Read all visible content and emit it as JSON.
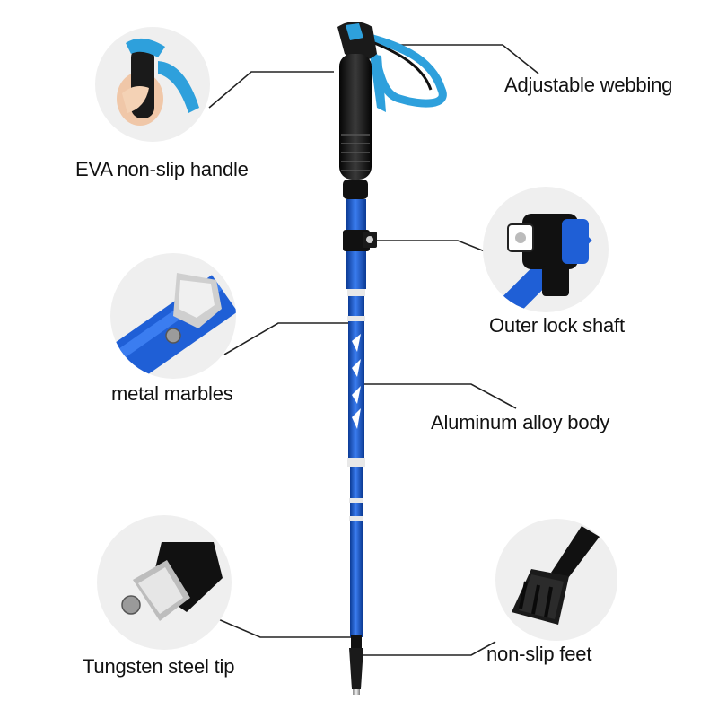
{
  "labels": {
    "webbing": "Adjustable webbing",
    "handle": "EVA non-slip handle",
    "lock": "Outer lock shaft",
    "marbles": "metal marbles",
    "body": "Aluminum alloy body",
    "tip": "Tungsten steel tip",
    "feet": "non-slip feet"
  },
  "colors": {
    "shaft_blue": "#1f5fd6",
    "shaft_dark": "#0f3f9e",
    "handle_black": "#1a1a1a",
    "strap_blue": "#2ea0dc",
    "circle_bg": "#efefef"
  },
  "icons": {
    "handle_detail": "hand-grip-icon",
    "lock_detail": "flip-lock-icon",
    "marbles_detail": "metal-marble-icon",
    "tip_detail": "tungsten-tip-icon",
    "feet_detail": "rubber-foot-icon"
  }
}
